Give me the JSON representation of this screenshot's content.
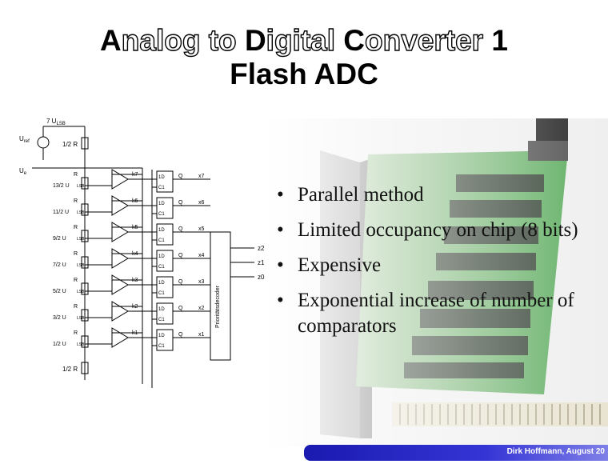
{
  "slide": {
    "title_line1_parts": [
      "A",
      "nalog to ",
      "D",
      "igital ",
      "C",
      "onverter",
      " 1"
    ],
    "title_line2": "Flash ADC",
    "bullets": [
      "Parallel method",
      "Limited occupancy on chip (8 bits)",
      "Expensive",
      "Exponential increase of number of comparators"
    ],
    "footer": "Dirk Hoffmann, August 20"
  },
  "circuit_labels": {
    "top_ref": "7 U",
    "top_ref_sub": "LSB",
    "uref": "U",
    "uref_sub": "ref",
    "ue": "U",
    "ue_sub": "e",
    "half_r": "1/2 R",
    "r": "R",
    "ref_levels": [
      "13/2 U",
      "11/2 U",
      "9/2 U",
      "7/2 U",
      "5/2 U",
      "3/2 U",
      "1/2 U"
    ],
    "ref_sub": "LSB",
    "k_labels": [
      "k7",
      "k6",
      "k5",
      "k4",
      "k3",
      "k2",
      "k1"
    ],
    "x_labels": [
      "x7",
      "x6",
      "x5",
      "x4",
      "x3",
      "x2",
      "x1"
    ],
    "ff_d": "1D",
    "ff_c": "C1",
    "ff_q": "Q",
    "decoder": "Prioritätsdecoder",
    "z_labels": [
      "z2",
      "z1",
      "z0"
    ]
  }
}
